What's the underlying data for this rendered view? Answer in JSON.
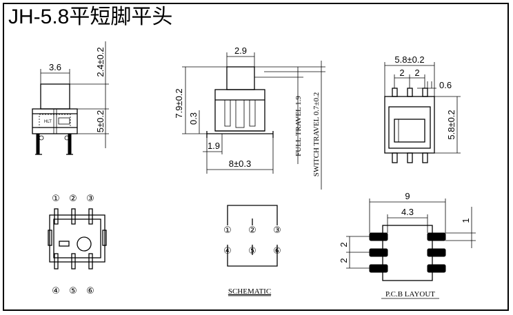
{
  "title": "JH-5.8平短脚平头",
  "front_view": {
    "width_dim": "3.6",
    "top_height_dim": "2.4±0.2",
    "body_height_dim": "5±0.2",
    "marking": "HLT"
  },
  "side_view": {
    "actuator_width_dim": "2.9",
    "total_height_dim": "7.9±0.2",
    "base_height_dim": "0.3",
    "leg_offset_dim": "1.9",
    "body_width_dim": "8±0.3",
    "full_travel_note": "FULL TRAVEL 1.9",
    "switch_travel_note": "SWITCH TRAVEL 0.7±0.2"
  },
  "top_view": {
    "width_dim": "5.8±0.2",
    "pitch_left_dim": "2",
    "pitch_right_dim": "2",
    "pin_width_dim": "0.6",
    "height_dim": "5.8±0.2"
  },
  "bottom_view": {
    "pins_top": [
      "①",
      "②",
      "③"
    ],
    "pins_bottom": [
      "④",
      "⑤",
      "⑥"
    ]
  },
  "schematic": {
    "pins_top": [
      "①",
      "②",
      "③"
    ],
    "pins_bottom": [
      "④",
      "⑤",
      "⑥"
    ],
    "caption": "SCHEMATIC"
  },
  "pcb_layout": {
    "overall_width_dim": "9",
    "inner_width_dim": "4.3",
    "pad_height_dim": "1",
    "pitch_top_dim": "2",
    "pitch_bottom_dim": "2",
    "caption": "P.C.B LAYOUT"
  }
}
